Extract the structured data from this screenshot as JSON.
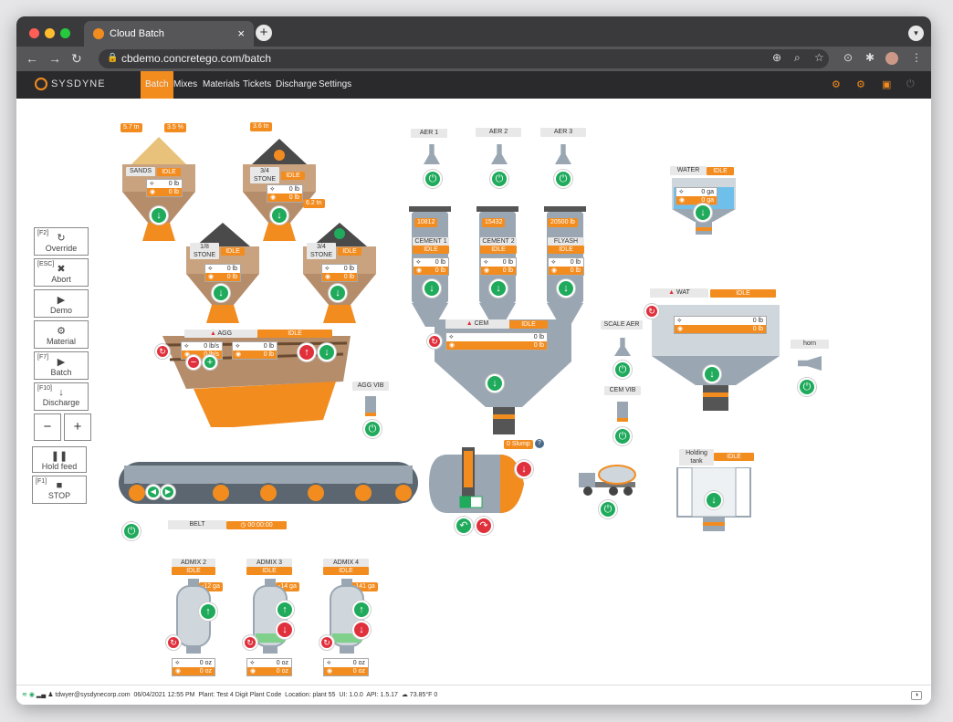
{
  "browser": {
    "tab_title": "Cloud Batch",
    "url": "cbdemo.concretego.com/batch"
  },
  "app": {
    "logo": "SYSDYNE",
    "nav": [
      {
        "label": "Batch",
        "active": true
      },
      {
        "label": "Mixes"
      },
      {
        "label": "Materials"
      },
      {
        "label": "Tickets"
      },
      {
        "label": "Discharge"
      },
      {
        "label": "Settings"
      }
    ]
  },
  "controls": [
    {
      "key": "[F2]",
      "icon": "↻",
      "label": "Override"
    },
    {
      "key": "[ESC]",
      "icon": "✖",
      "label": "Abort"
    },
    {
      "key": "",
      "icon": "▶",
      "label": "Demo"
    },
    {
      "key": "",
      "icon": "⚙",
      "label": "Material"
    },
    {
      "key": "[F7]",
      "icon": "▶",
      "label": "Batch"
    },
    {
      "key": "[F10]",
      "icon": "↓",
      "label": "Discharge"
    }
  ],
  "minus": "−",
  "plus": "+",
  "hold": {
    "icon": "❚❚",
    "label": "Hold feed"
  },
  "stop": {
    "key": "[F1]",
    "icon": "■",
    "label": "STOP"
  },
  "bins": [
    {
      "name": "SANDS",
      "status": "IDLE",
      "weight": "0 lb",
      "target": "0 lb",
      "stock": "5.7 tn",
      "moisture": "3.5 %"
    },
    {
      "name": "3/4\nSTONE",
      "status": "IDLE",
      "weight": "0 lb",
      "target": "0 lb",
      "stock": "3.6 tn"
    },
    {
      "name": "1/8\nSTONE",
      "status": "IDLE",
      "weight": "0 lb",
      "target": "0 lb"
    },
    {
      "name": "3/4\nSTONE",
      "status": "IDLE",
      "weight": "0 lb",
      "target": "0 lb",
      "stock": "6.2 tn"
    }
  ],
  "aer": [
    "AER 1",
    "AER 2",
    "AER 3"
  ],
  "silos": [
    {
      "name": "CEMENT 1",
      "status": "IDLE",
      "stock": "10812",
      "weight": "0 lb",
      "target": "0 lb"
    },
    {
      "name": "CEMENT 2",
      "status": "IDLE",
      "stock": "15432",
      "weight": "0 lb",
      "target": "0 lb"
    },
    {
      "name": "FLYASH",
      "status": "IDLE",
      "stock": "20500 lb",
      "weight": "0 lb",
      "target": "0 lb"
    }
  ],
  "water": {
    "name": "WATER",
    "status": "IDLE",
    "weight": "0 ga",
    "target": "0 ga"
  },
  "agg": {
    "name": "AGG",
    "status": "IDLE",
    "rate1": "0 lb/s",
    "rate2": "0 lb/s",
    "weight": "0 lb",
    "target": "0 lb"
  },
  "agg_vib": "AGG VIB",
  "cem": {
    "name": "CEM",
    "status": "IDLE",
    "weight": "0 lb",
    "target": "0 lb"
  },
  "scale_aer": "SCALE AER",
  "cem_vib": "CEM VIB",
  "wat": {
    "name": "WAT",
    "status": "IDLE",
    "weight": "0 lb",
    "target": "0 lb"
  },
  "horn": "horn",
  "belt": {
    "name": "BELT",
    "timer": "00:00:00"
  },
  "mixer": {
    "slump": "0 Slump"
  },
  "holding": {
    "name": "Holding tank",
    "status": "IDLE"
  },
  "admix": [
    {
      "name": "ADMIX 2",
      "status": "IDLE",
      "stock": "-12 ga",
      "weight": "0 oz",
      "target": "0 oz"
    },
    {
      "name": "ADMIX 3",
      "status": "IDLE",
      "stock": "-14 ga",
      "weight": "0 oz",
      "target": "0 oz"
    },
    {
      "name": "ADMIX 4",
      "status": "IDLE",
      "stock": "-141 ga",
      "weight": "0 oz",
      "target": "0 oz"
    }
  ],
  "status": {
    "user": "tdwyer@sysdynecorp.com",
    "datetime": "06/04/2021 12:55 PM",
    "plant": "Plant: Test 4 Digit Plant Code",
    "location": "Location: plant 55",
    "ui": "UI: 1.0.0",
    "api": "API: 1.5.17",
    "weather": "73.85°F 0"
  },
  "colors": {
    "accent": "#f28c1f",
    "go": "#1faa5c",
    "stop": "#e0303c",
    "steel": "#9aa7b2",
    "sand": "#e8c27a"
  }
}
